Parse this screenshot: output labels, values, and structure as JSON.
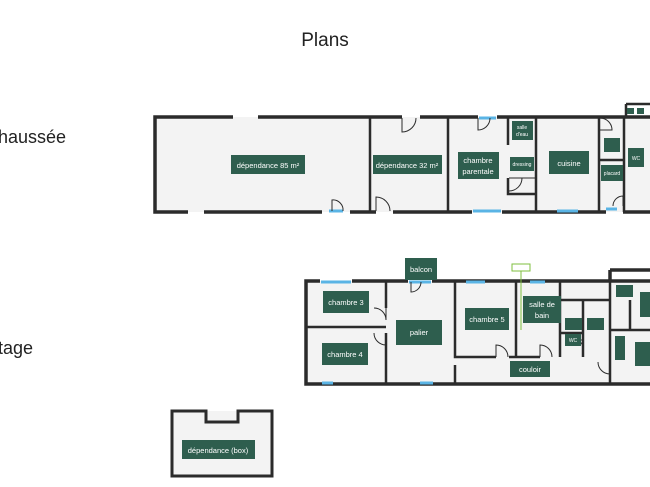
{
  "header": {
    "title": "Plans"
  },
  "levels": {
    "ground": "haussée",
    "upper": "tage"
  },
  "rooms": {
    "dependance_85": "dépendance 85 m²",
    "dependance_32": "dépendance 32 m²",
    "chambre_parentale_l1": "chambre",
    "chambre_parentale_l2": "parentale",
    "salle_eau_l1": "salle",
    "salle_eau_l2": "d'eau",
    "dressing": "dressing",
    "cuisine": "cuisine",
    "wc_ground": "WC",
    "placard_ground": "placard",
    "balcon": "balcon",
    "chambre_3": "chambre 3",
    "chambre_4": "chambre 4",
    "palier": "palier",
    "chambre_5": "chambre 5",
    "salle_bain_l1": "salle de",
    "salle_bain_l2": "bain",
    "couloir": "couloir",
    "wc_upper": "WC",
    "dependance_box": "dépendance (box)"
  },
  "colors": {
    "wall": "#2b2b2b",
    "label": "#2e5e4e",
    "window": "#5ab4e5",
    "floor": "#f3f3f3",
    "marker": "#7fbf3f"
  }
}
